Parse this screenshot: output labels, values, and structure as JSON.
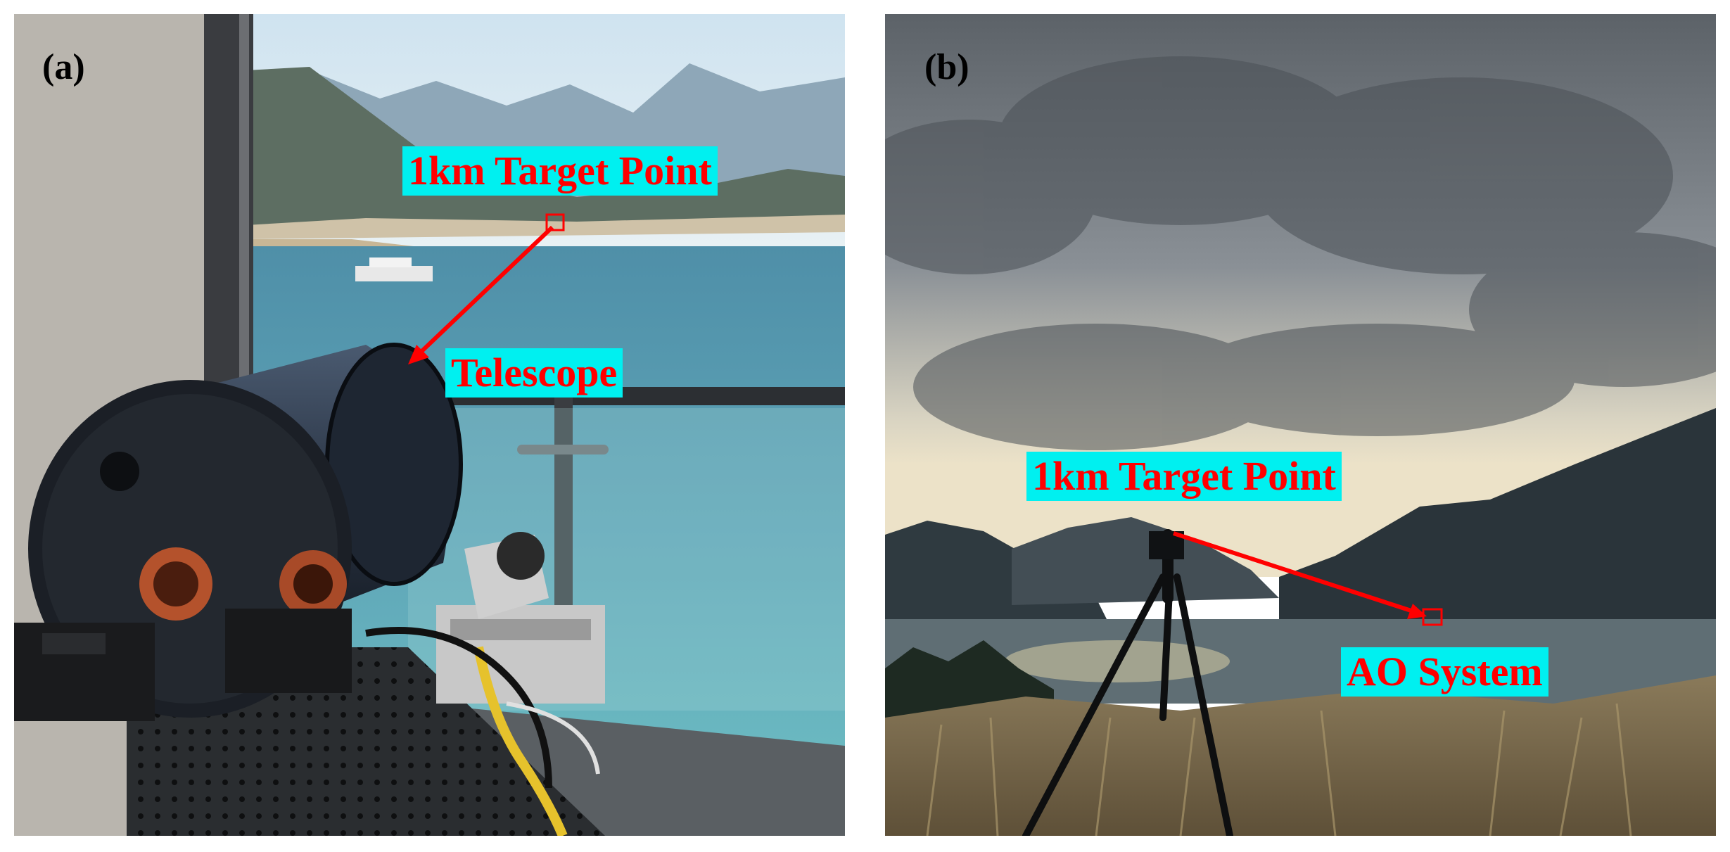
{
  "panel_a": {
    "letter": "(a)",
    "target_label": "1km Target Point",
    "device_label": "Telescope"
  },
  "panel_b": {
    "letter": "(b)",
    "target_label": "1km Target Point",
    "device_label": "AO System"
  },
  "colors": {
    "label_background": "#00f0f0",
    "label_text": "#ff0000",
    "arrow": "#ff0000"
  }
}
